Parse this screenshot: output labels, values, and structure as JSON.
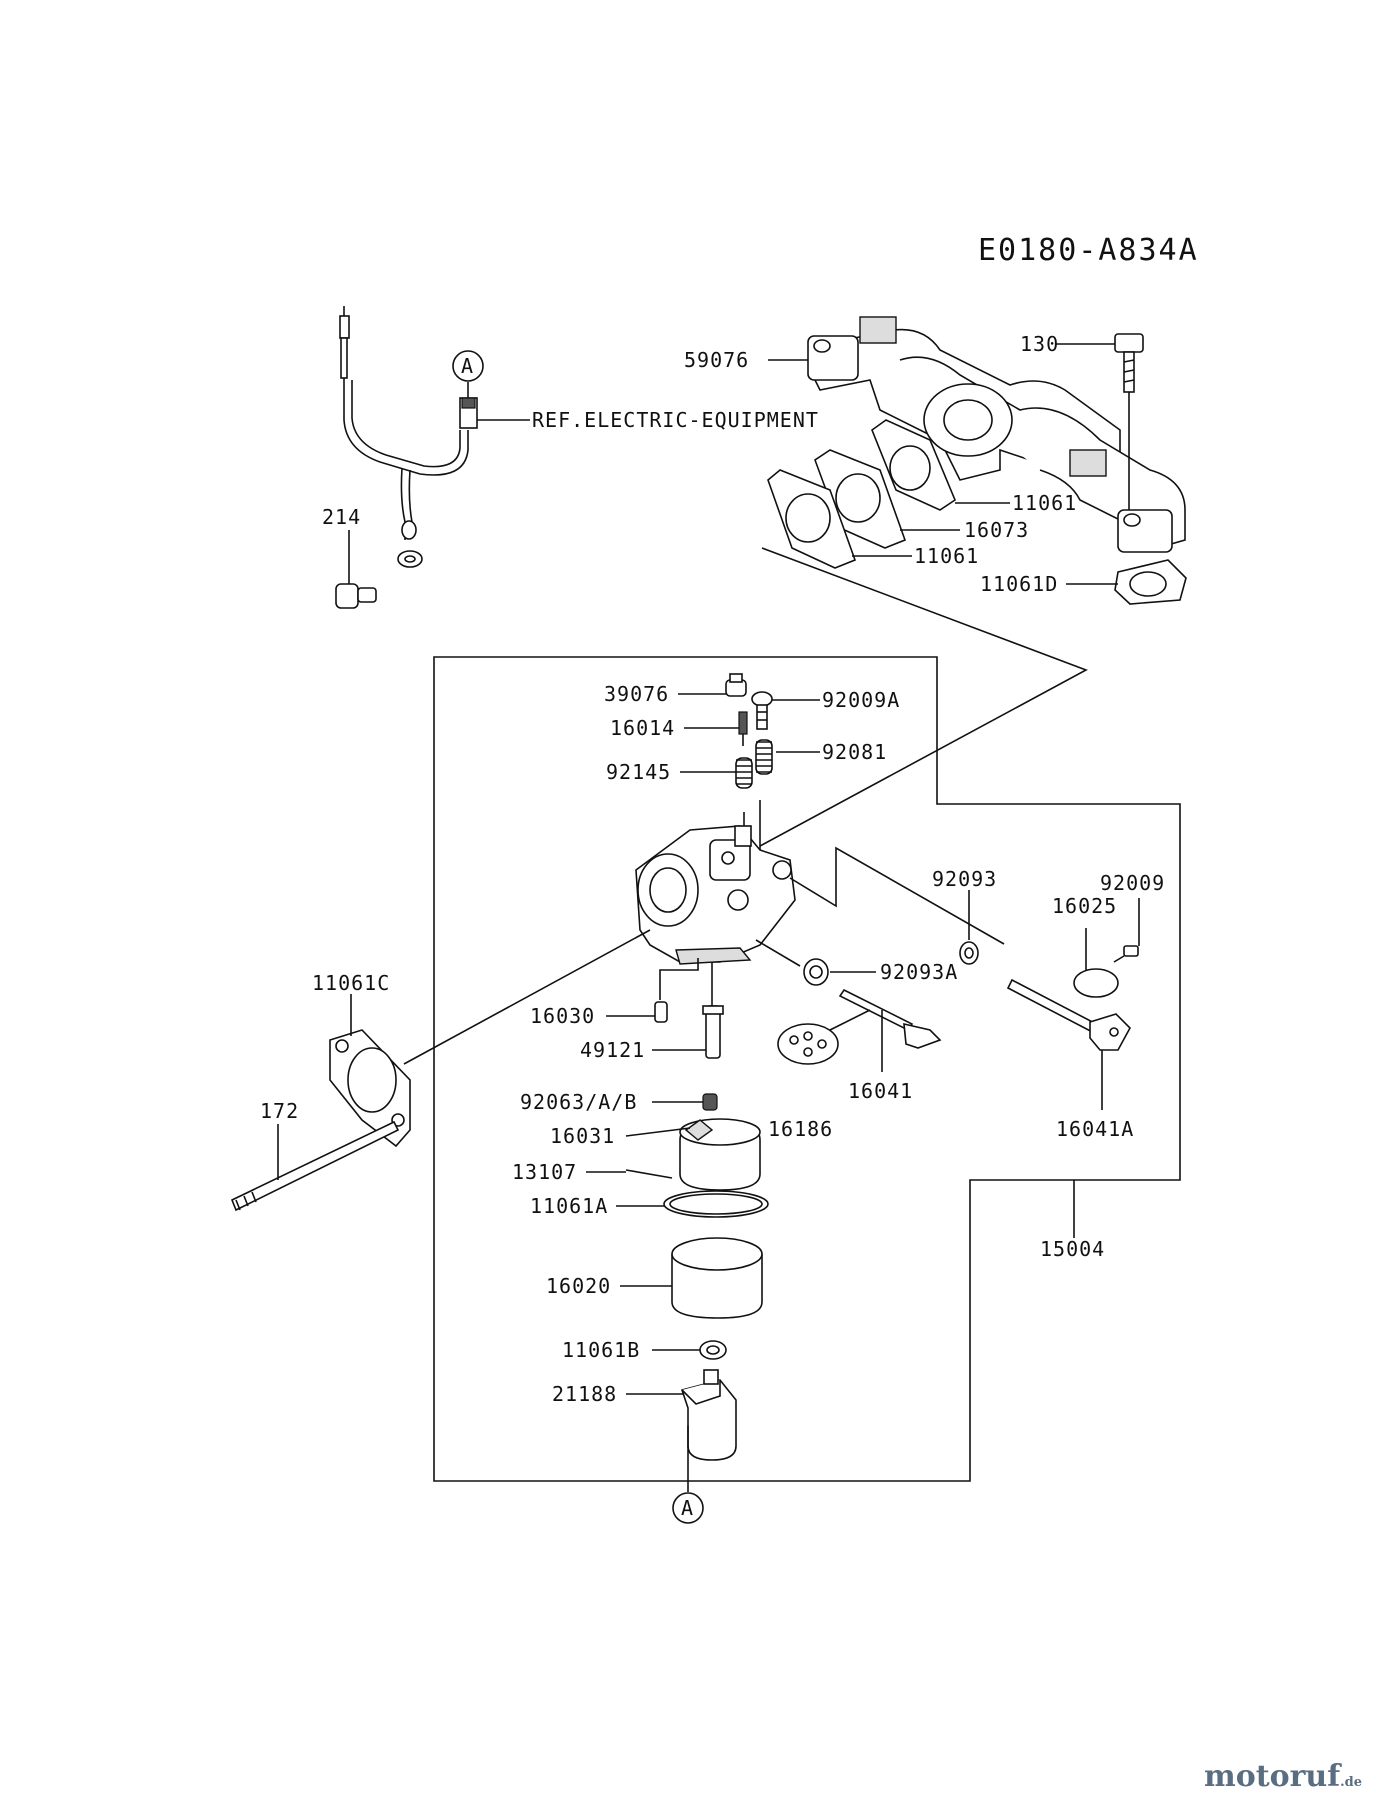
{
  "diagram_code": "E0180-A834A",
  "reference_note": "REF.ELECTRIC-EQUIPMENT",
  "connector_marker": "A",
  "watermark": {
    "part1": "motoruf",
    "tld": ".de"
  },
  "parts": {
    "p59076": "59076",
    "p130": "130",
    "p11061_upper": "11061",
    "p16073": "16073",
    "p11061_lower": "11061",
    "p11061D": "11061D",
    "p214": "214",
    "p39076": "39076",
    "p92009A": "92009A",
    "p16014": "16014",
    "p92081": "92081",
    "p92145": "92145",
    "p92093": "92093",
    "p92009": "92009",
    "p16025": "16025",
    "p92093A": "92093A",
    "p11061C": "11061C",
    "p16030": "16030",
    "p49121": "49121",
    "p16041": "16041",
    "p16186": "16186",
    "p16041A": "16041A",
    "p172": "172",
    "p92063AB": "92063/A/B",
    "p16031": "16031",
    "p13107": "13107",
    "p11061A": "11061A",
    "p15004": "15004",
    "p16020": "16020",
    "p11061B": "11061B",
    "p21188": "21188"
  }
}
